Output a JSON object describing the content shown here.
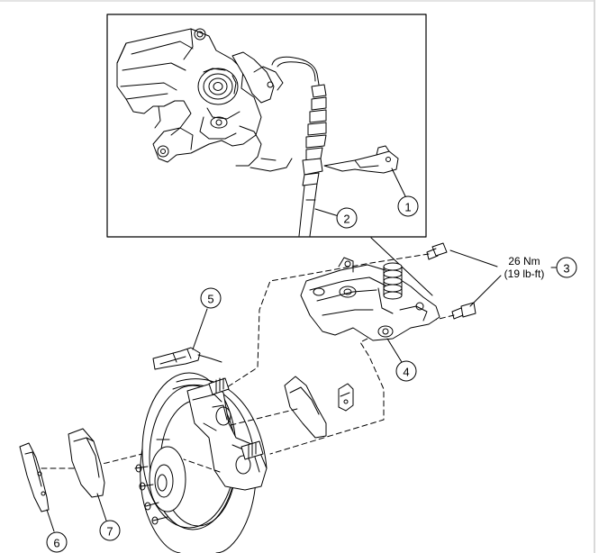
{
  "callouts": [
    {
      "id": "1",
      "label": "1"
    },
    {
      "id": "2",
      "label": "2"
    },
    {
      "id": "3",
      "label": "3"
    },
    {
      "id": "4",
      "label": "4"
    },
    {
      "id": "5",
      "label": "5"
    },
    {
      "id": "6",
      "label": "6"
    },
    {
      "id": "7",
      "label": "7"
    }
  ],
  "torque": {
    "line1": "26 Nm",
    "line2": "(19 lb-ft)"
  },
  "colors": {
    "line": "#000000",
    "frame": "#d9d9d9",
    "background": "#ffffff"
  }
}
